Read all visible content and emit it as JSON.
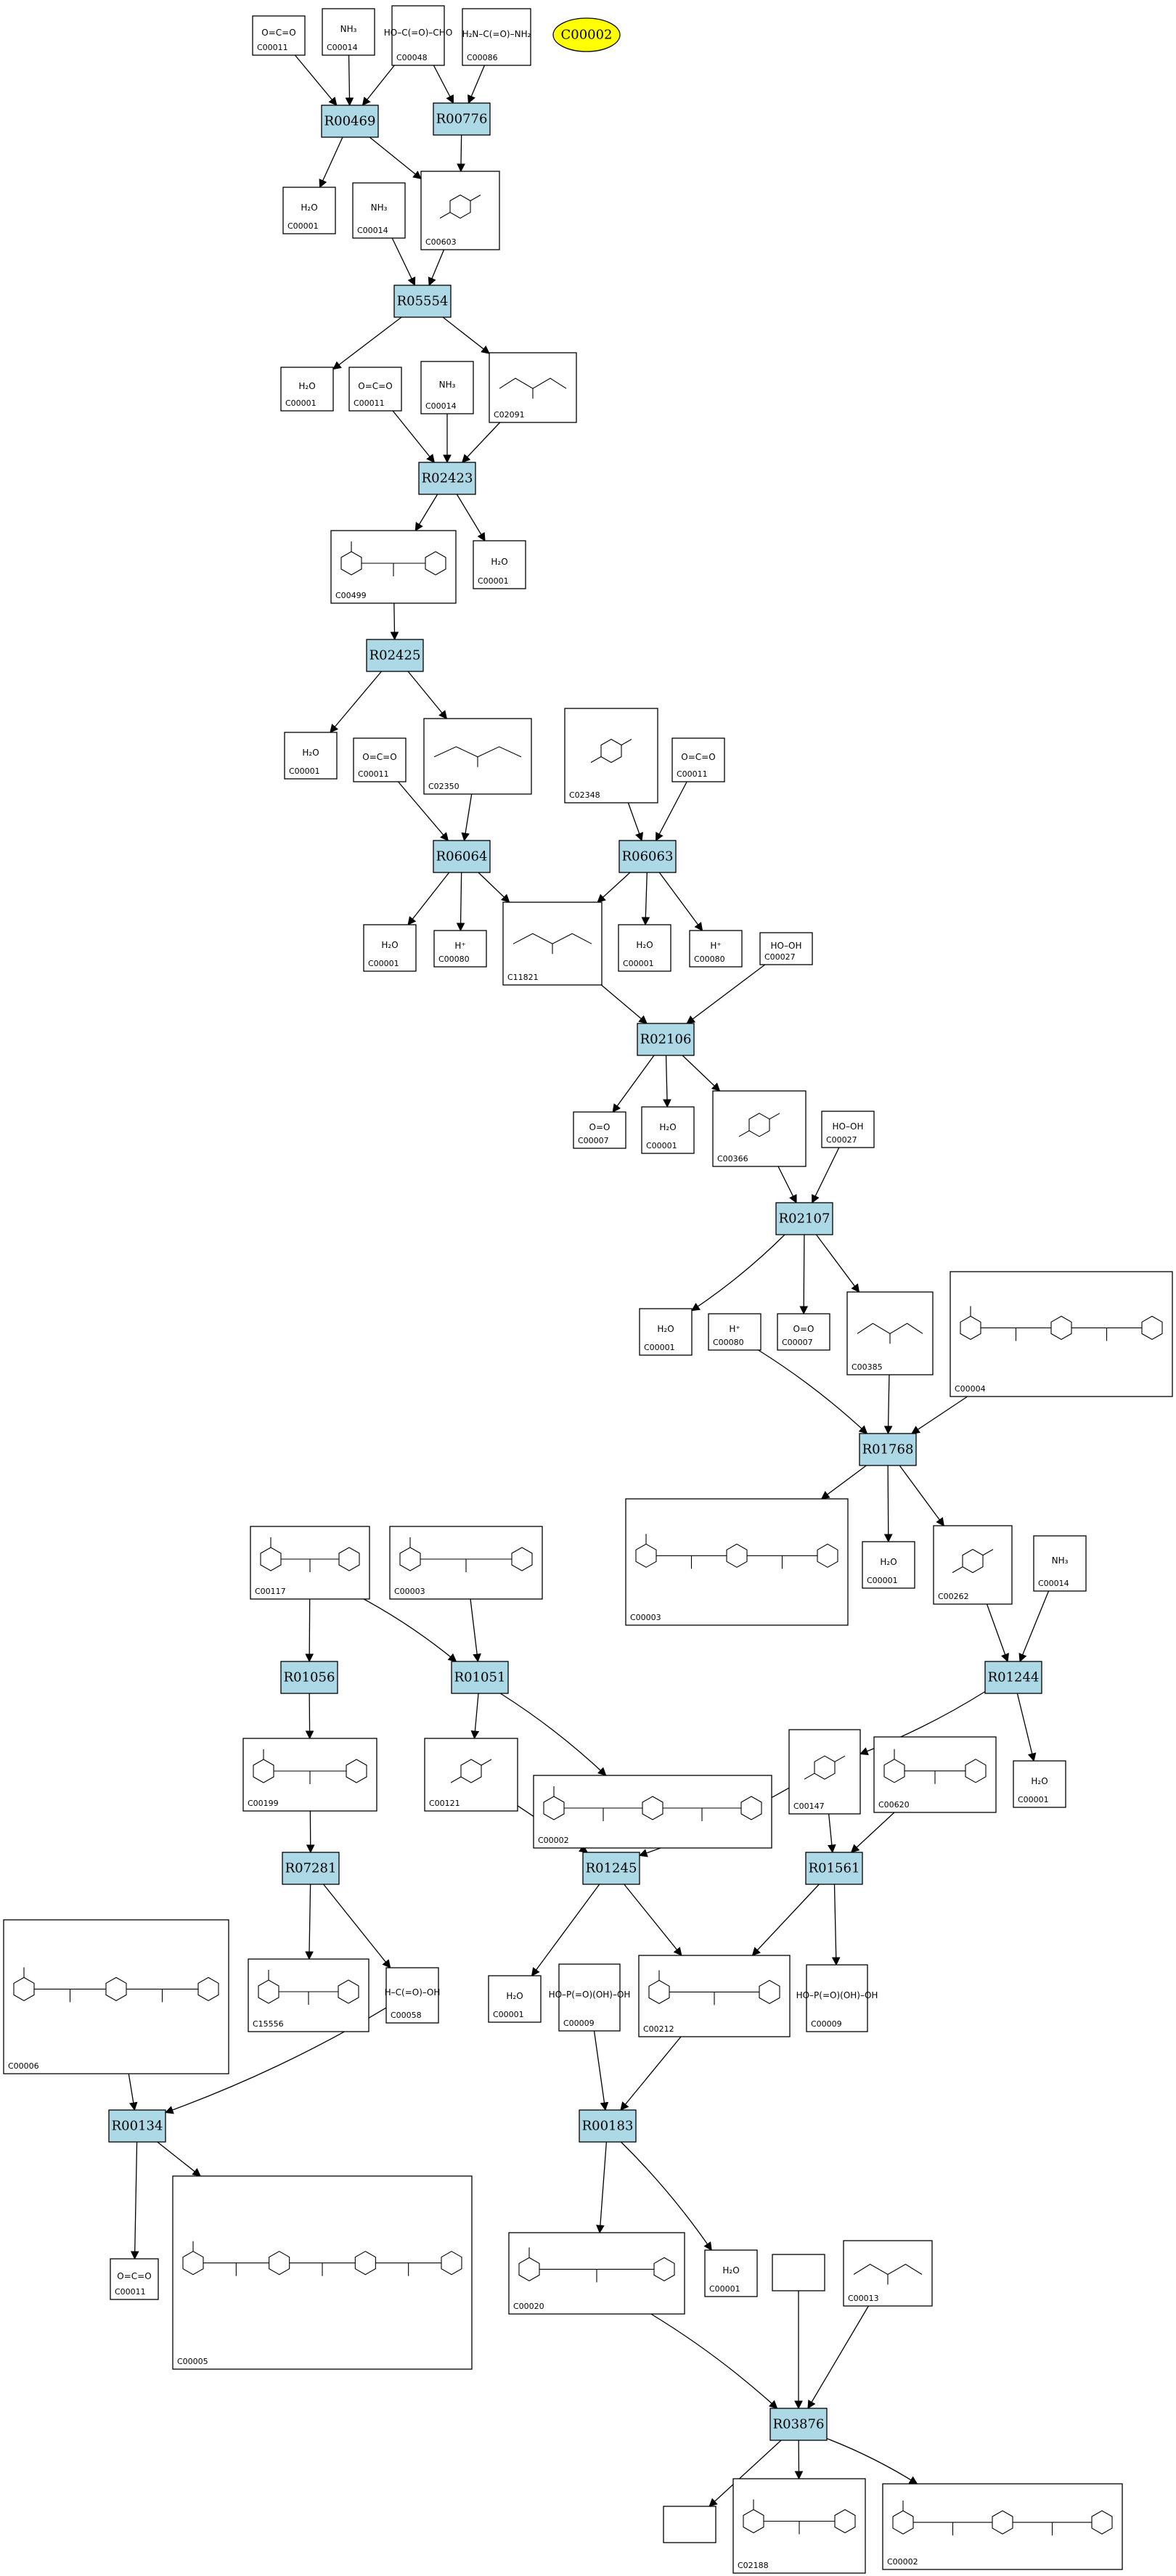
{
  "title_badge": "C00002",
  "reactions": [
    "R00469",
    "R00776",
    "R05554",
    "R02423",
    "R02425",
    "R06064",
    "R06063",
    "R02106",
    "R02107",
    "R01768",
    "R01244",
    "R01056",
    "R01051",
    "R01245",
    "R01561",
    "R07281",
    "R00183",
    "R00134",
    "R03876"
  ],
  "compound_ids": [
    "C00011",
    "C00014",
    "C00048",
    "C00086",
    "C00001",
    "C00603",
    "C02091",
    "C00499",
    "C02350",
    "C02348",
    "C00080",
    "C11821",
    "C00027",
    "C00007",
    "C00366",
    "C00385",
    "C00004",
    "C00003",
    "C00262",
    "C00117",
    "C00147",
    "C00620",
    "C00199",
    "C00121",
    "C00009",
    "C00212",
    "C15556",
    "C00058",
    "C00006",
    "C00005",
    "C00020",
    "C00013",
    "C02188",
    "C00002"
  ],
  "structure_text": {
    "h2o": "H₂O",
    "co2": "O=C=O",
    "nh3": "NH₃",
    "h_plus": "H⁺",
    "o2": "O=O",
    "h2o2": "HO–OH",
    "glyoxylate": "HO–C(=O)–CHO",
    "urea": "H₂N–C(=O)–NH₂",
    "formate": "H–C(=O)–OH",
    "phosphate": "HO–P(=O)(OH)–OH"
  },
  "compounds": {
    "a_C00011": {
      "id": "C00011",
      "s": "co2"
    },
    "a_C00014": {
      "id": "C00014",
      "s": "nh3"
    },
    "a_C00048": {
      "id": "C00048",
      "s": "glyoxylate"
    },
    "a_C00086": {
      "id": "C00086",
      "s": "urea"
    },
    "b_C00001": {
      "id": "C00001",
      "s": "h2o"
    },
    "b_C00014": {
      "id": "C00014",
      "s": "nh3"
    },
    "b_C00603": {
      "id": "C00603",
      "s": ""
    },
    "c_C00001": {
      "id": "C00001",
      "s": "h2o"
    },
    "c_C00011": {
      "id": "C00011",
      "s": "co2"
    },
    "c_C00014": {
      "id": "C00014",
      "s": "nh3"
    },
    "c_C02091": {
      "id": "C02091",
      "s": ""
    },
    "d_C00499": {
      "id": "C00499",
      "s": ""
    },
    "d_C00001": {
      "id": "C00001",
      "s": "h2o"
    },
    "e_C00001": {
      "id": "C00001",
      "s": "h2o"
    },
    "e_C00011": {
      "id": "C00011",
      "s": "co2"
    },
    "e_C02350": {
      "id": "C02350",
      "s": ""
    },
    "e_C02348": {
      "id": "C02348",
      "s": ""
    },
    "e2_C00011": {
      "id": "C00011",
      "s": "co2"
    },
    "f_C00001": {
      "id": "C00001",
      "s": "h2o"
    },
    "f_C00080": {
      "id": "C00080",
      "s": "h_plus"
    },
    "f_C11821": {
      "id": "C11821",
      "s": ""
    },
    "f2_C00001": {
      "id": "C00001",
      "s": "h2o"
    },
    "f2_C00080": {
      "id": "C00080",
      "s": "h_plus"
    },
    "f_C00027": {
      "id": "C00027",
      "s": "h2o2"
    },
    "g_C00007": {
      "id": "C00007",
      "s": "o2"
    },
    "g_C00001": {
      "id": "C00001",
      "s": "h2o"
    },
    "g_C00366": {
      "id": "C00366",
      "s": ""
    },
    "g_C00027": {
      "id": "C00027",
      "s": "h2o2"
    },
    "h_C00001": {
      "id": "C00001",
      "s": "h2o"
    },
    "h_C00080": {
      "id": "C00080",
      "s": "h_plus"
    },
    "h_C00007": {
      "id": "C00007",
      "s": "o2"
    },
    "h_C00385": {
      "id": "C00385",
      "s": ""
    },
    "h_C00004": {
      "id": "C00004",
      "s": ""
    },
    "i_C00003": {
      "id": "C00003",
      "s": ""
    },
    "i_C00001": {
      "id": "C00001",
      "s": "h2o"
    },
    "i_C00262": {
      "id": "C00262",
      "s": ""
    },
    "i_C00014": {
      "id": "C00014",
      "s": "nh3"
    },
    "j_C00117": {
      "id": "C00117",
      "s": ""
    },
    "j_C00003": {
      "id": "C00003",
      "s": ""
    },
    "k_C00199": {
      "id": "C00199",
      "s": ""
    },
    "k_C00121": {
      "id": "C00121",
      "s": ""
    },
    "k_C00002": {
      "id": "C00002",
      "s": ""
    },
    "k_C00147": {
      "id": "C00147",
      "s": ""
    },
    "k_C00620": {
      "id": "C00620",
      "s": ""
    },
    "k_C00001": {
      "id": "C00001",
      "s": "h2o"
    },
    "l_C15556": {
      "id": "C15556",
      "s": ""
    },
    "l_C00058": {
      "id": "C00058",
      "s": "formate"
    },
    "l_C00001": {
      "id": "C00001",
      "s": "h2o"
    },
    "l_C00009": {
      "id": "C00009",
      "s": "phosphate"
    },
    "l_C00212": {
      "id": "C00212",
      "s": ""
    },
    "l2_C00009": {
      "id": "C00009",
      "s": "phosphate"
    },
    "m_C00006": {
      "id": "C00006",
      "s": ""
    },
    "m_C00011": {
      "id": "C00011",
      "s": "co2"
    },
    "m_C00005": {
      "id": "C00005",
      "s": ""
    },
    "m_C00020": {
      "id": "C00020",
      "s": ""
    },
    "m_C00001": {
      "id": "C00001",
      "s": "h2o"
    },
    "m_blank": {
      "id": "",
      "s": ""
    },
    "m_C00013": {
      "id": "C00013",
      "s": ""
    },
    "n_blank": {
      "id": "",
      "s": ""
    },
    "n_C02188": {
      "id": "C02188",
      "s": ""
    },
    "n_C00002": {
      "id": "C00002",
      "s": ""
    }
  }
}
